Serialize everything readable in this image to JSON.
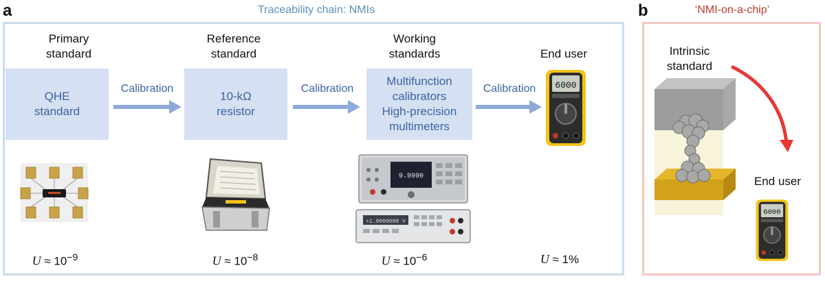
{
  "panel_a": {
    "letter": "a",
    "title": "Traceability chain: NMIs",
    "stages": [
      {
        "header": [
          "Primary",
          "standard"
        ],
        "box": [
          "QHE",
          "standard"
        ],
        "uncertainty_symbol": "U",
        "uncertainty_value": "≈ 10",
        "uncertainty_exp": "−9"
      },
      {
        "header": [
          "Reference",
          "standard"
        ],
        "box": [
          "10-kΩ",
          "resistor"
        ],
        "uncertainty_symbol": "U",
        "uncertainty_value": "≈ 10",
        "uncertainty_exp": "−8"
      },
      {
        "header": [
          "Working",
          "standards"
        ],
        "box": [
          "Multifunction",
          "calibrators",
          "High-precision",
          "multimeters"
        ],
        "uncertainty_symbol": "U",
        "uncertainty_value": "≈ 10",
        "uncertainty_exp": "−6"
      },
      {
        "header": [
          "End user"
        ],
        "box": [],
        "uncertainty_symbol": "U",
        "uncertainty_value": "≈ 1%",
        "uncertainty_exp": ""
      }
    ],
    "arrow_label": "Calibration",
    "multimeter_display": "6000",
    "calibrator_display": "9.9990",
    "precision_meter_display": "+1.0000000 V"
  },
  "panel_b": {
    "letter": "b",
    "title": "‘NMI-on-a-chip’",
    "intrinsic_label": [
      "Intrinsic",
      "standard"
    ],
    "end_user_label": "End user",
    "multimeter_display": "6000"
  },
  "colors": {
    "panel_a_border": "#c9dcec",
    "panel_b_border": "#f4c7c3",
    "box_fill": "#d5e1f2",
    "arrow": "#8fa9d8",
    "red_arrow": "#e53935",
    "meter_yellow": "#f2c318"
  }
}
